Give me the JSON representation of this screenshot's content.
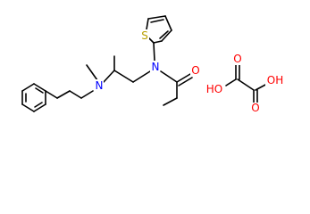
{
  "molecule": {
    "labels": {
      "amine_n": "N",
      "amide_n": "N",
      "thiophene_s": "S",
      "amide_o": "O",
      "oxalic_ho_left": "HO",
      "oxalic_oh_right": "OH",
      "oxalic_o_top": "O",
      "oxalic_o_bottom": "O"
    },
    "colors": {
      "bond": "#000000",
      "nitrogen": "#0000ff",
      "oxygen": "#ff0000",
      "sulfur": "#b8a000",
      "background": "#ffffff"
    }
  }
}
